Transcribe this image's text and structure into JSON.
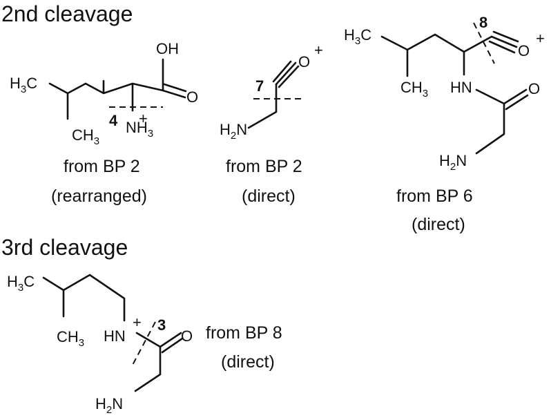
{
  "sections": {
    "second": "2nd cleavage",
    "third": "3rd cleavage"
  },
  "captions": {
    "a_line1": "from BP 2",
    "a_line2": "(rearranged)",
    "b_line1": "from BP 2",
    "b_line2": "(direct)",
    "c_line1": "from BP 6",
    "c_line2": "(direct)",
    "d_line1": "from BP 8",
    "d_line2": "(direct)"
  },
  "bond_numbers": {
    "a": "4",
    "b": "7",
    "c": "8",
    "d": "3"
  },
  "atoms": {
    "oh": "OH",
    "o": "O",
    "h3c_h": "H",
    "h3c_3": "3",
    "h3c_c": "C",
    "ch3_ch": "CH",
    "ch3_3": "3",
    "nh3_nh": "NH",
    "nh3_3": "3",
    "h2n_h": "H",
    "h2n_2": "2",
    "h2n_n": "N",
    "hn": "HN",
    "plus": "+"
  }
}
